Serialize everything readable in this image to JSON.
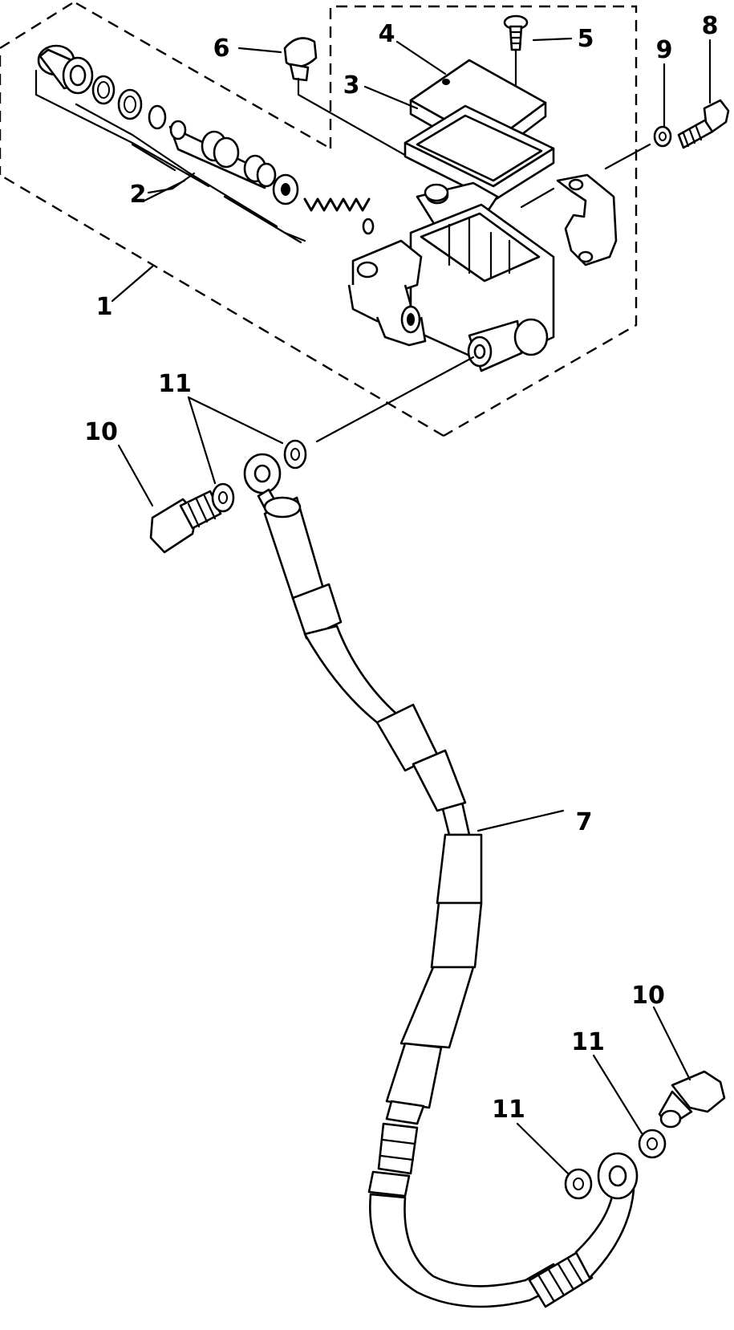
{
  "callouts": {
    "c1": "1",
    "c2": "2",
    "c3": "3",
    "c4": "4",
    "c5": "5",
    "c6": "6",
    "c7": "7",
    "c8": "8",
    "c9": "9",
    "c10a": "10",
    "c10b": "10",
    "c11a": "11",
    "c11b": "11",
    "c11c": "11"
  }
}
